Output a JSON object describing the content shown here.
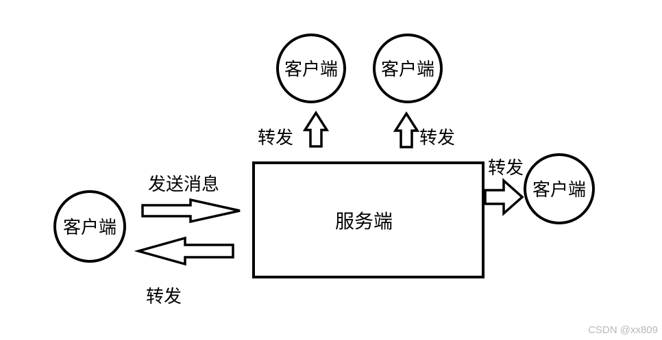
{
  "diagram": {
    "server_label": "服务端",
    "client_label": "客户端",
    "send_label": "发送消息",
    "forward_label": "转发"
  },
  "watermark": "CSDN @xx809",
  "colors": {
    "stroke": "#000000",
    "fill": "#ffffff",
    "watermark": "#b8b8b8"
  }
}
